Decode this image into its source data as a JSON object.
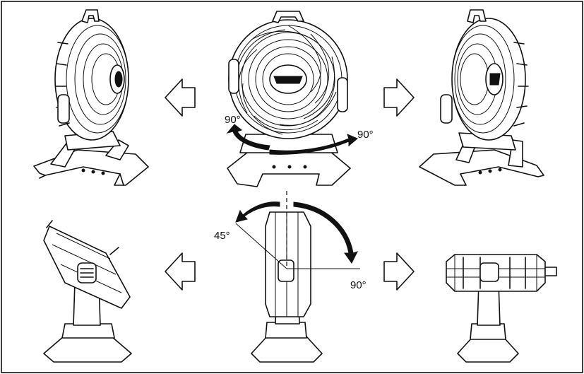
{
  "labels": {
    "yaw_left": "90°",
    "yaw_right": "90°",
    "tilt_up": "45°",
    "tilt_down": "90°"
  },
  "colors": {
    "ink": "#111111",
    "background": "#ffffff",
    "frame": "#111111"
  }
}
